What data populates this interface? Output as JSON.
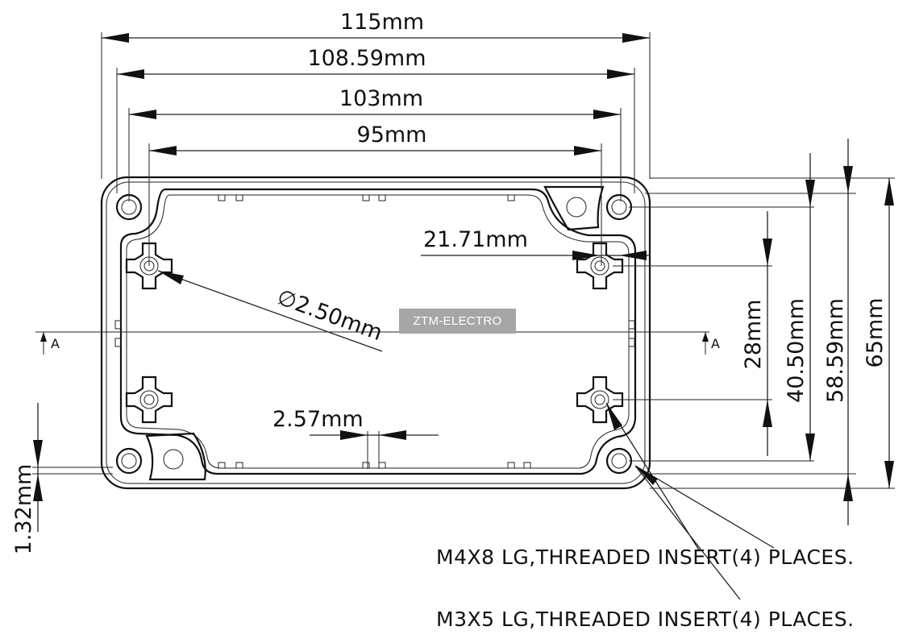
{
  "dimensions": {
    "overall_width": "115mm",
    "flange_width": "108.59mm",
    "inner_width": "103mm",
    "hole_spacing_x": "95mm",
    "insert_offset": "21.71mm",
    "hole_diameter": "2.50mm",
    "hole_diameter_symbol": "∅",
    "rib_gap": "2.57mm",
    "wall_offset": "1.32mm",
    "insert_spacing_y": "28mm",
    "hole_spacing_y": "40.50mm",
    "flange_height": "58.59mm",
    "overall_height": "65mm"
  },
  "section": {
    "left_label": "A",
    "right_label": "A"
  },
  "notes": {
    "m4": "M4X8 LG,THREADED INSERT(4) PLACES.",
    "m3": "M3X5 LG,THREADED INSERT(4) PLACES."
  },
  "watermark": "ZTM-ELECTRO"
}
